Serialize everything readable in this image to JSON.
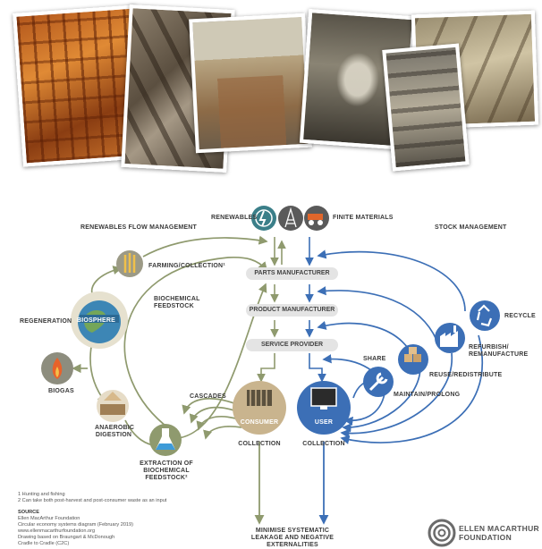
{
  "photos": [
    {
      "name": "photo-gothic-screen",
      "desc_icon": "carved-wooden-screen"
    },
    {
      "name": "photo-timber-beams",
      "desc_icon": "timber-beams"
    },
    {
      "name": "photo-brick-pallet",
      "desc_icon": "brick-pallet"
    },
    {
      "name": "photo-statue",
      "desc_icon": "stone-statue"
    },
    {
      "name": "photo-roof-interior",
      "desc_icon": "roof-interior"
    },
    {
      "name": "photo-salvaged-parts",
      "desc_icon": "salvaged-parts"
    }
  ],
  "headers": {
    "renewables_flow": "RENEWABLES FLOW MANAGEMENT",
    "stock": "STOCK MANAGEMENT",
    "renewables": "RENEWABLES",
    "finite": "FINITE MATERIALS"
  },
  "stages": {
    "parts": "PARTS MANUFACTURER",
    "product": "PRODUCT MANUFACTURER",
    "service": "SERVICE PROVIDER"
  },
  "left_labels": {
    "farming": "FARMING/COLLECTION¹",
    "biochemical": [
      "BIOCHEMICAL",
      "FEEDSTOCK"
    ],
    "regeneration": "REGENERATION",
    "biosphere": "BIOSPHERE",
    "biogas": "BIOGAS",
    "anaerobic": [
      "ANAEROBIC",
      "DIGESTION"
    ],
    "cascades": "CASCADES",
    "extraction": [
      "EXTRACTION OF",
      "BIOCHEMICAL",
      "FEEDSTOCK²"
    ],
    "consumer": "CONSUMER",
    "collection_left": "COLLECTION"
  },
  "right_labels": {
    "recycle": "RECYCLE",
    "refurbish": [
      "REFURBISH/",
      "REMANUFACTURE"
    ],
    "reuse": "REUSE/REDISTRIBUTE",
    "share": "SHARE",
    "maintain": "MAINTAIN/PROLONG",
    "user": "USER",
    "collection_right": "COLLECTION"
  },
  "bottom": {
    "minimise": [
      "MINIMISE SYSTEMATIC",
      "LEAKAGE AND NEGATIVE",
      "EXTERNALITIES"
    ]
  },
  "footnotes": [
    "1 Hunting and fishing",
    "2 Can take both post-harvest and post-consumer waste as an input"
  ],
  "source": {
    "title": "SOURCE",
    "lines": [
      "Ellen MacArthur Foundation",
      "Circular economy systems diagram (February 2019)",
      "www.ellenmacarthurfoundation.org",
      "Drawing based on Braungart & McDonough",
      "Cradle to Cradle (C2C)"
    ]
  },
  "logo": {
    "line1": "ELLEN MACARTHUR",
    "line2": "FOUNDATION"
  },
  "colors": {
    "green": "#8f9a6e",
    "blue": "#3c6fb6",
    "brown": "#c9b48e",
    "grey_pill": "#e4e4e4"
  },
  "icons": [
    "power-icon",
    "oil-rig-icon",
    "mining-truck-icon",
    "wheat-icon",
    "globe-icon",
    "flame-icon",
    "soil-layers-icon",
    "flask-icon",
    "barrels-icon",
    "screen-icon",
    "wrench-icon",
    "boxes-icon",
    "factory-icon",
    "recycle-icon"
  ]
}
